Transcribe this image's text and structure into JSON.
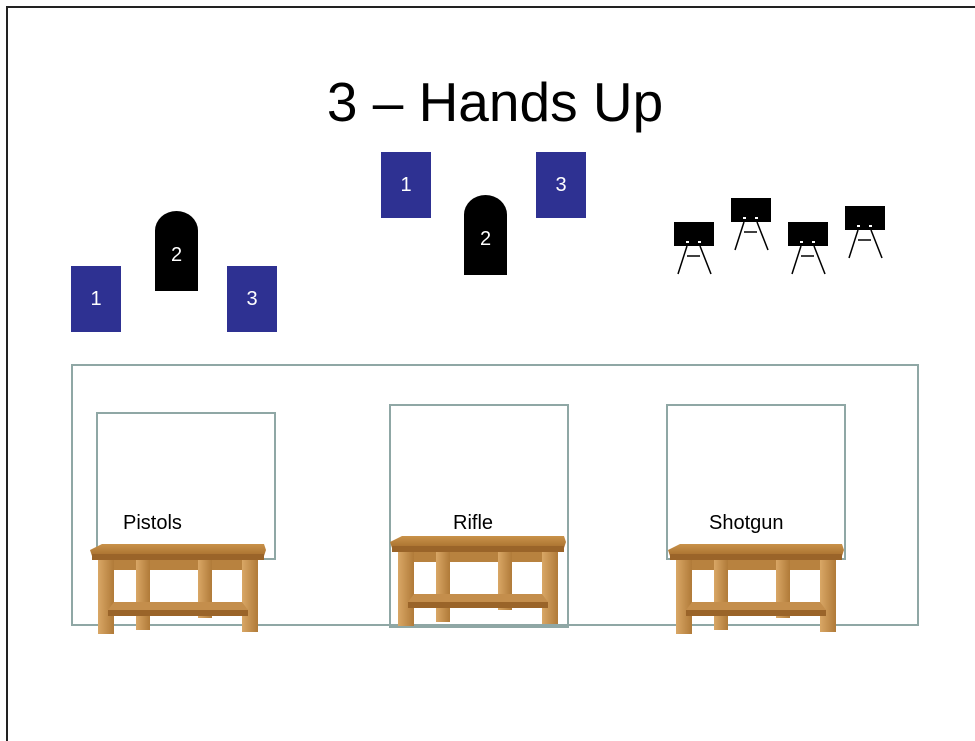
{
  "slide": {
    "title": "3 – Hands Up"
  },
  "pistol_targets": {
    "left_box": "1",
    "tombstone": "2",
    "right_box": "3"
  },
  "rifle_targets": {
    "left_box": "1",
    "tombstone": "2",
    "right_box": "3"
  },
  "shotgun_targets": {
    "count": 4,
    "icon": "steel-plate-target-icon"
  },
  "stations": [
    {
      "label": "Pistols"
    },
    {
      "label": "Rifle"
    },
    {
      "label": "Shotgun"
    }
  ],
  "colors": {
    "target_box": "#2e3192",
    "tombstone": "#000000",
    "frame": "#8fa7a5"
  }
}
